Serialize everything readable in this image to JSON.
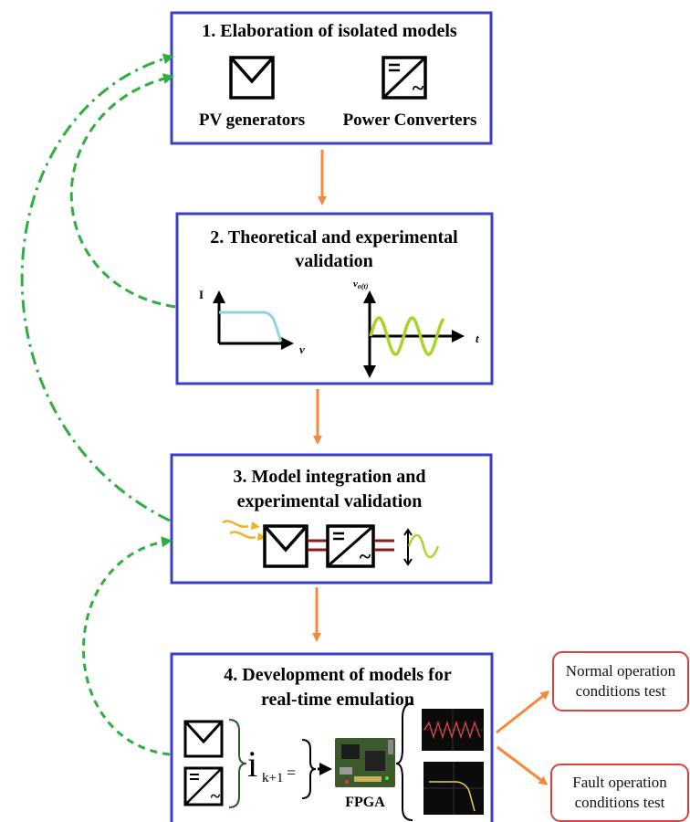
{
  "steps": [
    {
      "title_lines": [
        "1. Elaboration of isolated models"
      ],
      "labels": {
        "pv": "PV generators",
        "converters": "Power Converters"
      }
    },
    {
      "title_lines": [
        "2. Theoretical and experimental",
        "validation"
      ],
      "graph_iv": {
        "y_label": "I",
        "x_label": "v"
      },
      "graph_vt": {
        "y_label_main": "v",
        "y_label_sub": "o(t)",
        "x_label": "t"
      }
    },
    {
      "title_lines": [
        "3. Model integration and",
        "experimental validation"
      ]
    },
    {
      "title_lines": [
        "4. Development  of models for",
        "real-time emulation"
      ],
      "equation": {
        "main": "i",
        "sub": "k+1",
        "eq": "="
      },
      "fpga_label": "FPGA"
    }
  ],
  "outputs": [
    {
      "lines": [
        "Normal operation",
        "conditions test"
      ]
    },
    {
      "lines": [
        "Fault operation",
        "conditions test"
      ]
    }
  ],
  "colors": {
    "box_border": "#3a3fc4",
    "flow_arrow": "#f5883a",
    "feedback_arrow": "#2eae3f",
    "output_border": "#e0403a",
    "iv_curve": "#8fd3e0",
    "sine": "#a9d42a",
    "sun_rays": "#f2b01c",
    "dc_link": "#8b1a1a"
  },
  "icons": [
    "pv-panel-icon",
    "dc-ac-converter-icon",
    "sun-rays-icon",
    "fpga-board-icon",
    "oscilloscope-screen-icon"
  ]
}
